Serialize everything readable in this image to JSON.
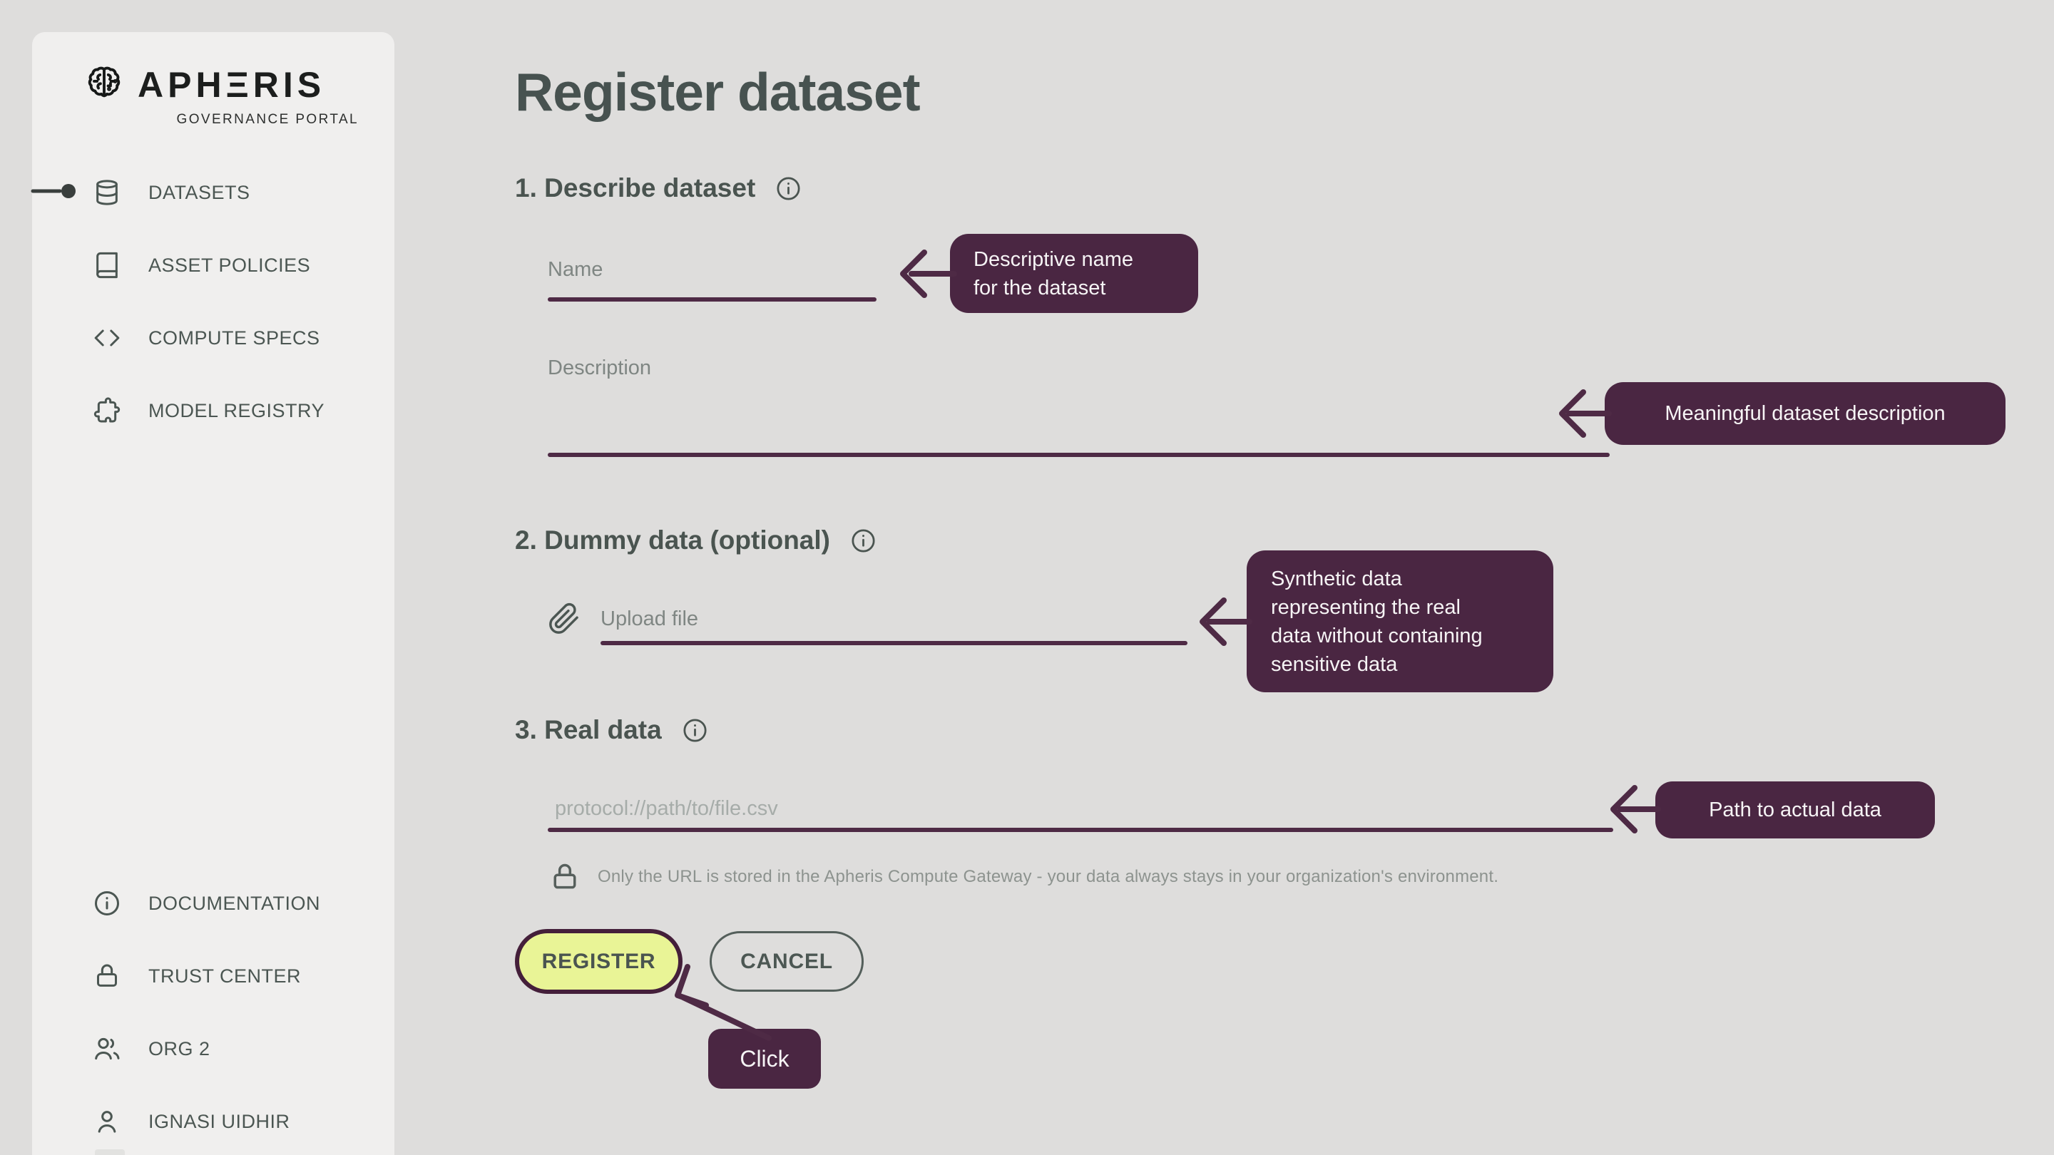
{
  "brand": {
    "wordmark": "APHΞRIS",
    "tagline": "GOVERNANCE PORTAL"
  },
  "sidebar": {
    "nav": [
      {
        "label": "DATASETS"
      },
      {
        "label": "ASSET POLICIES"
      },
      {
        "label": "COMPUTE SPECS"
      },
      {
        "label": "MODEL REGISTRY"
      }
    ],
    "footer": [
      {
        "label": "DOCUMENTATION"
      },
      {
        "label": "TRUST CENTER"
      },
      {
        "label": "ORG 2"
      },
      {
        "label": "IGNASI UIDHIR"
      }
    ]
  },
  "page": {
    "title": "Register dataset"
  },
  "form": {
    "section1": {
      "heading": "1. Describe dataset"
    },
    "name": {
      "label": "Name",
      "value": ""
    },
    "description": {
      "label": "Description",
      "value": ""
    },
    "section2": {
      "heading": "2. Dummy data (optional)"
    },
    "upload": {
      "label": "Upload file"
    },
    "section3": {
      "heading": "3. Real data"
    },
    "real": {
      "placeholder": "protocol://path/to/file.csv",
      "value": ""
    },
    "note": "Only the URL is stored in the Apheris Compute Gateway - your data always stays in your organization's environment.",
    "register_label": "REGISTER",
    "cancel_label": "CANCEL"
  },
  "callouts": {
    "name": "Descriptive name\nfor the dataset",
    "description": "Meaningful dataset description",
    "dummy": "Synthetic data\nrepresenting the real\ndata without containing\nsensitive data",
    "real": "Path to actual data",
    "click": "Click"
  },
  "colors": {
    "page_bg": "#dedddc",
    "sidebar_bg": "#f0efee",
    "accent_plum": "#4a2642",
    "line_plum": "#4e2a45",
    "register_fill": "#e9f496",
    "slate_text": "#4a5450"
  }
}
